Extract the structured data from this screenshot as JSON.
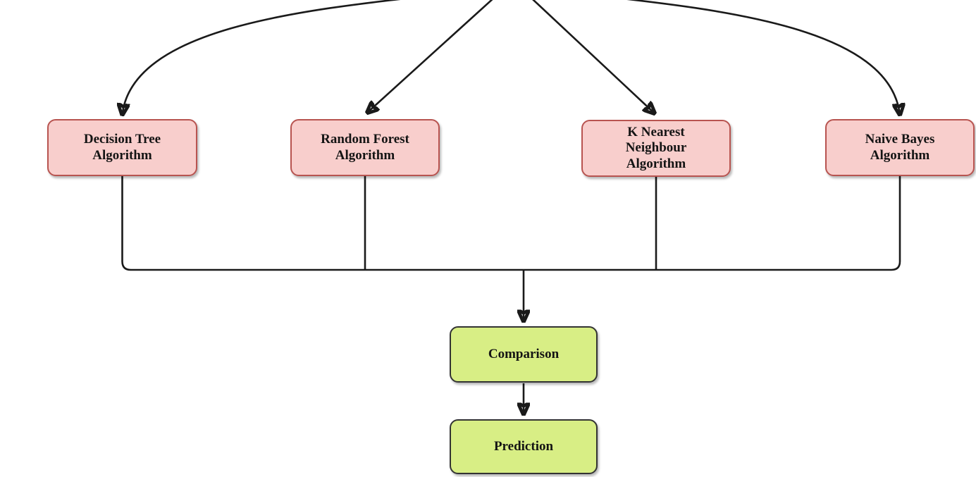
{
  "diagram": {
    "type": "flowchart",
    "title": "",
    "nodes": [
      {
        "id": "decision-tree",
        "label": "Decision Tree\nAlgorithm",
        "shape": "rounded-rect",
        "fill": "#f8cecc",
        "border": "#b85450"
      },
      {
        "id": "random-forest",
        "label": "Random Forest\nAlgorithm",
        "shape": "rounded-rect",
        "fill": "#f8cecc",
        "border": "#b85450"
      },
      {
        "id": "k-nearest-neighbour",
        "label": "K Nearest\nNeighbour\nAlgorithm",
        "shape": "rounded-rect",
        "fill": "#f8cecc",
        "border": "#b85450"
      },
      {
        "id": "naive-bayes",
        "label": "Naive Bayes\nAlgorithm",
        "shape": "rounded-rect",
        "fill": "#f8cecc",
        "border": "#b85450"
      },
      {
        "id": "comparison",
        "label": "Comparison",
        "shape": "rounded-rect",
        "fill": "#d8ee85",
        "border": "#333333"
      },
      {
        "id": "prediction",
        "label": "Prediction",
        "shape": "rounded-rect",
        "fill": "#d8ee85",
        "border": "#333333"
      }
    ],
    "edges": [
      {
        "from": "root-offscreen-top",
        "to": "decision-tree",
        "style": "curved",
        "arrow": "filled-triangle"
      },
      {
        "from": "root-offscreen-top",
        "to": "random-forest",
        "style": "straight",
        "arrow": "filled-triangle"
      },
      {
        "from": "root-offscreen-top",
        "to": "k-nearest-neighbour",
        "style": "straight",
        "arrow": "filled-triangle"
      },
      {
        "from": "root-offscreen-top",
        "to": "naive-bayes",
        "style": "curved",
        "arrow": "filled-triangle"
      },
      {
        "from": "decision-tree",
        "to": "comparison",
        "style": "elbow",
        "arrow": "none-into-bus"
      },
      {
        "from": "random-forest",
        "to": "comparison",
        "style": "elbow",
        "arrow": "none-into-bus"
      },
      {
        "from": "k-nearest-neighbour",
        "to": "comparison",
        "style": "elbow",
        "arrow": "none-into-bus"
      },
      {
        "from": "naive-bayes",
        "to": "comparison",
        "style": "elbow",
        "arrow": "none-into-bus"
      },
      {
        "from": "bus",
        "to": "comparison",
        "style": "straight",
        "arrow": "filled-triangle"
      },
      {
        "from": "comparison",
        "to": "prediction",
        "style": "straight",
        "arrow": "filled-triangle"
      }
    ]
  },
  "colors": {
    "pink_fill": "#f8cecc",
    "pink_border": "#b85450",
    "green_fill": "#d8ee85",
    "green_border": "#333333",
    "line": "#1a1a1a",
    "text": "#141414",
    "background": "#ffffff"
  }
}
